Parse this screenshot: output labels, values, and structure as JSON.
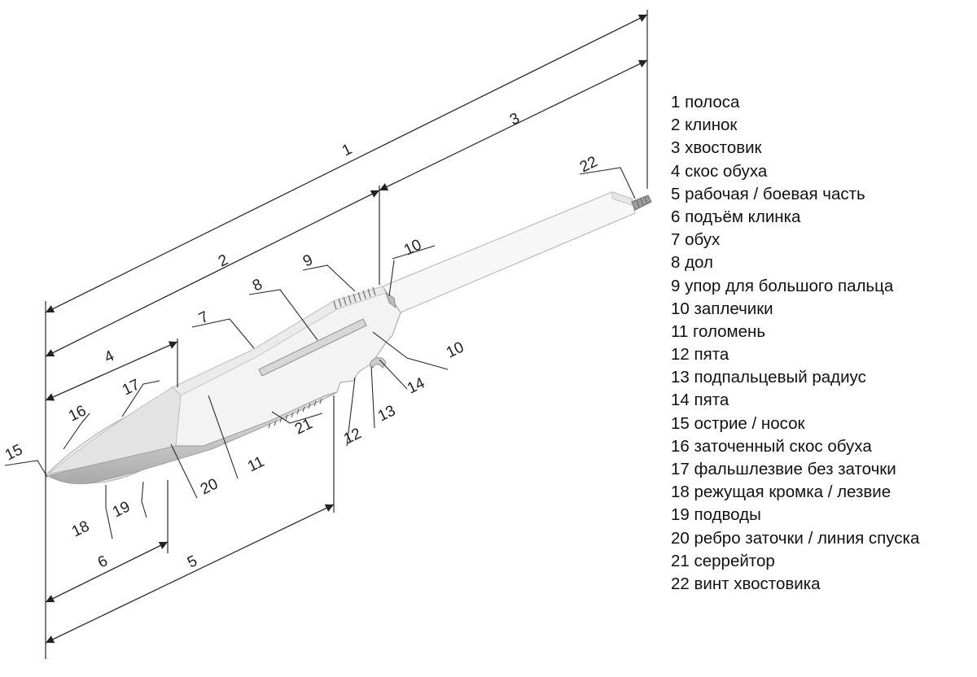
{
  "legend": [
    "1 полоса",
    "2 клинок",
    "3 хвостовик",
    "4 скос обуха",
    "5 рабочая / боевая часть",
    "6 подъём клинка",
    "7 обух",
    "8 дол",
    "9 упор для большого пальца",
    "10 заплечики",
    "11 голомень",
    "12 пята",
    "13 подпальцевый радиус",
    "14 пята",
    "15 острие / носок",
    "16 заточенный скос обуха",
    "17 фальшлезвие без заточки",
    "18 режущая кромка / лезвие",
    "19 подводы",
    "20 ребро заточки / линия спуска",
    "21 серрейтор",
    "22 винт хвостовика"
  ],
  "callouts": {
    "c1": "1",
    "c2": "2",
    "c3": "3",
    "c4": "4",
    "c5": "5",
    "c6": "6",
    "c7": "7",
    "c8": "8",
    "c9": "9",
    "c10a": "10",
    "c10b": "10",
    "c11": "11",
    "c12": "12",
    "c13": "13",
    "c14": "14",
    "c15": "15",
    "c16": "16",
    "c17": "17",
    "c18": "18",
    "c19": "19",
    "c20": "20",
    "c21": "21",
    "c22": "22"
  },
  "colors": {
    "blade": "#f4f4f4",
    "blade_edge": "#bdbdbd",
    "line": "#2b2b2b"
  }
}
